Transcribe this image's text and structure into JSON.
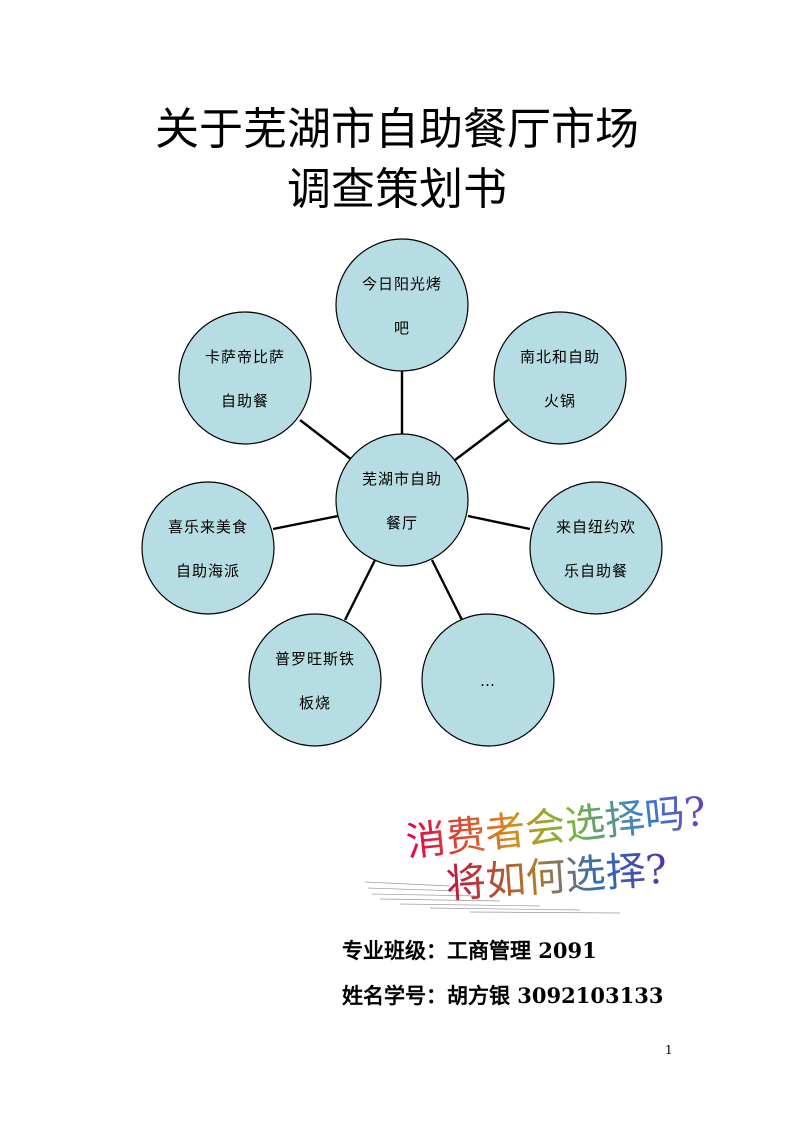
{
  "title": {
    "line1": "关于芜湖市自助餐厅市场",
    "line2": "调查策划书"
  },
  "diagram": {
    "center": {
      "id": "center",
      "lines": [
        "芜湖市自助",
        "餐厅"
      ]
    },
    "nodes": [
      {
        "id": "top",
        "lines": [
          "今日阳光烤",
          "吧"
        ]
      },
      {
        "id": "upper-left",
        "lines": [
          "卡萨帝比萨",
          "自助餐"
        ]
      },
      {
        "id": "upper-right",
        "lines": [
          "南北和自助",
          "火锅"
        ]
      },
      {
        "id": "left",
        "lines": [
          "喜乐来美食",
          "自助海派"
        ]
      },
      {
        "id": "right",
        "lines": [
          "来自纽约欢",
          "乐自助餐"
        ]
      },
      {
        "id": "lower-left",
        "lines": [
          "普罗旺斯铁",
          "板烧"
        ]
      },
      {
        "id": "lower-right",
        "lines": [
          "…"
        ]
      }
    ],
    "fill_color": "#b6dde3"
  },
  "wordart": {
    "line1": "消费者会选择吗?",
    "line2": "将如何选择?"
  },
  "info": {
    "line1": "专业班级：工商管理 2091",
    "line2": "姓名学号：胡方银 3092103133"
  },
  "page_number": "1"
}
